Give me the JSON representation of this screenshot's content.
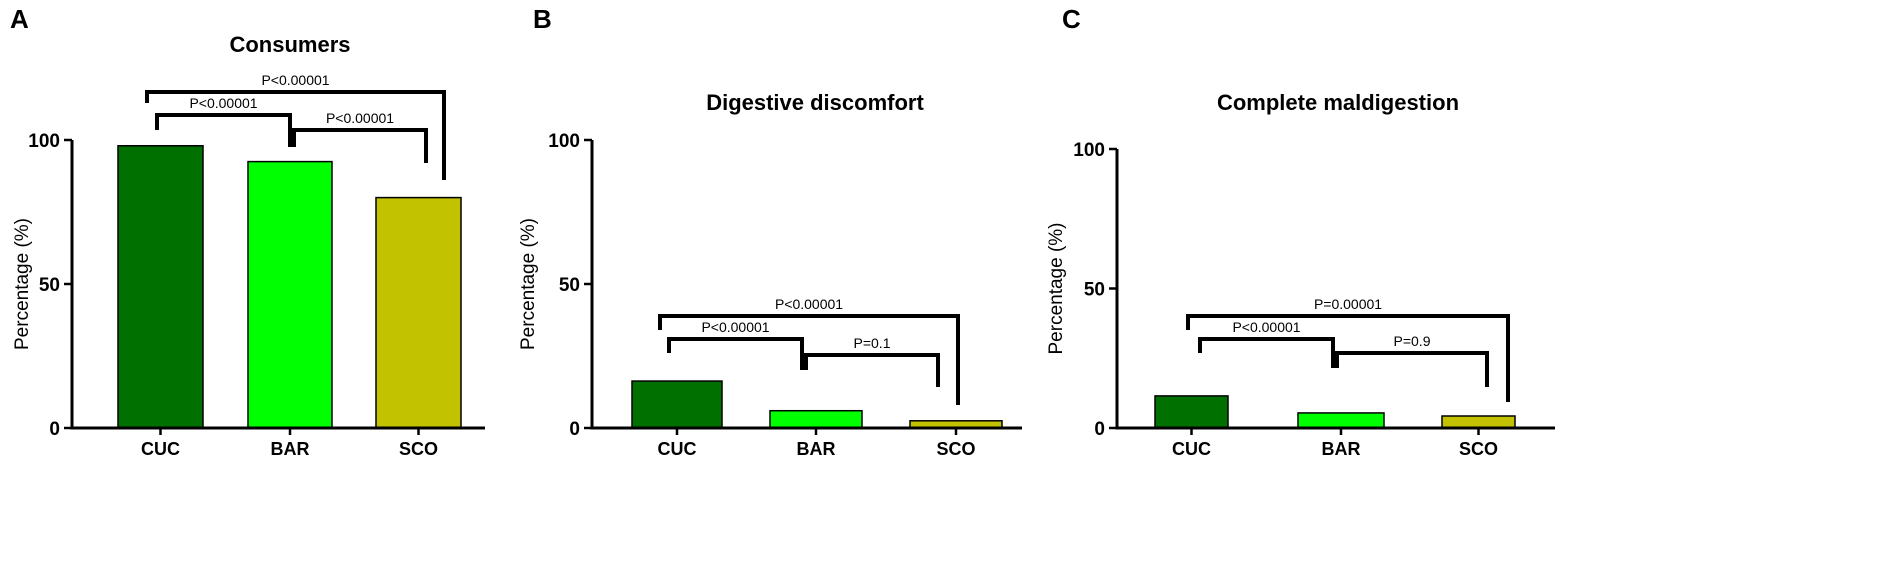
{
  "chart_data": [
    {
      "panel_label": "A",
      "type": "bar",
      "title": "Consumers",
      "ylabel": "Percentage (%)",
      "xlabel": "",
      "ylim": [
        0,
        100
      ],
      "yticks": [
        "0",
        "50",
        "100"
      ],
      "categories": [
        "CUC",
        "BAR",
        "SCO"
      ],
      "values": [
        98,
        92.5,
        80
      ],
      "colors": [
        "#007000",
        "#00ff00",
        "#c2c200"
      ],
      "comparisons": [
        {
          "pair": [
            "CUC",
            "SCO"
          ],
          "label": "P<0.00001"
        },
        {
          "pair": [
            "CUC",
            "BAR"
          ],
          "label": "P<0.00001"
        },
        {
          "pair": [
            "BAR",
            "SCO"
          ],
          "label": "P<0.00001"
        }
      ]
    },
    {
      "panel_label": "B",
      "type": "bar",
      "title": "Digestive discomfort",
      "ylabel": "Percentage (%)",
      "xlabel": "",
      "ylim": [
        0,
        100
      ],
      "yticks": [
        "0",
        "50",
        "100"
      ],
      "categories": [
        "CUC",
        "BAR",
        "SCO"
      ],
      "values": [
        16.3,
        6,
        2.5
      ],
      "colors": [
        "#007000",
        "#00ff00",
        "#c2c200"
      ],
      "comparisons": [
        {
          "pair": [
            "CUC",
            "SCO"
          ],
          "label": "P<0.00001"
        },
        {
          "pair": [
            "CUC",
            "BAR"
          ],
          "label": "P<0.00001"
        },
        {
          "pair": [
            "BAR",
            "SCO"
          ],
          "label": "P=0.1"
        }
      ]
    },
    {
      "panel_label": "C",
      "type": "bar",
      "title": "Complete maldigestion",
      "ylabel": "Percentage (%)",
      "xlabel": "",
      "ylim": [
        0,
        100
      ],
      "yticks": [
        "0",
        "50",
        "100"
      ],
      "categories": [
        "CUC",
        "BAR",
        "SCO"
      ],
      "values": [
        11.5,
        5.4,
        4.3
      ],
      "colors": [
        "#007000",
        "#00ff00",
        "#c2c200"
      ],
      "comparisons": [
        {
          "pair": [
            "CUC",
            "SCO"
          ],
          "label": "P=0.00001"
        },
        {
          "pair": [
            "CUC",
            "BAR"
          ],
          "label": "P<0.00001"
        },
        {
          "pair": [
            "BAR",
            "SCO"
          ],
          "label": "P=0.9"
        }
      ]
    }
  ]
}
